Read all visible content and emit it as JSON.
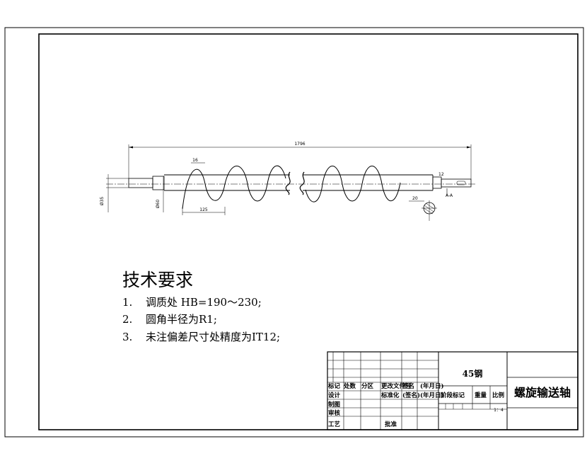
{
  "drawing": {
    "dimensions": {
      "overall_length": "1796",
      "pitch": "125",
      "blade_thickness": "16",
      "keyway": "20",
      "left_dia": "Ø35",
      "mid_dia": "Ø60",
      "right_mark": "12",
      "section_label": "A-A"
    }
  },
  "tech_requirements": {
    "title": "技术要求",
    "items": [
      {
        "num": "1.",
        "text": "调质处  HB=190～230;"
      },
      {
        "num": "2.",
        "text": "圆角半径为R1;"
      },
      {
        "num": "3.",
        "text": "未注偏差尺寸处精度为IT12;"
      }
    ]
  },
  "title_block": {
    "material": "45钢",
    "part_name": "螺旋输送轴",
    "row_mark": [
      "标记",
      "处数",
      "分区",
      "更改文件号",
      "签名",
      "(年月日)"
    ],
    "row_design": [
      "设计",
      "",
      "",
      "标准化",
      "(签名)",
      "(年月日)"
    ],
    "col_headers": [
      "阶段标记",
      "重量",
      "比例"
    ],
    "scale": "1：4",
    "row_check": "审核",
    "row_draw": "制图",
    "row_process": "工艺",
    "approve": "批准"
  }
}
